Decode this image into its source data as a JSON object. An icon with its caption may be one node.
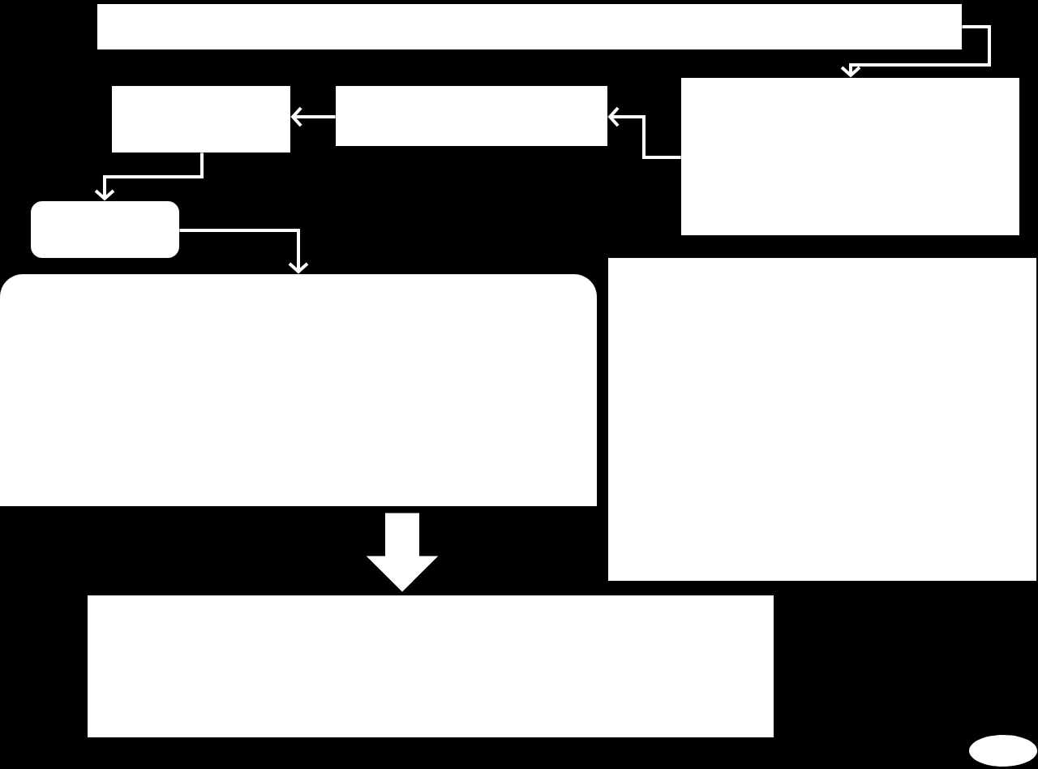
{
  "diagram": {
    "nodes": [
      {
        "text": [],
        "shape": "box"
      },
      {
        "text": [],
        "shape": "box"
      },
      {
        "text": [],
        "shape": "box"
      },
      {
        "text": [],
        "shape": "box"
      },
      {
        "text": [],
        "shape": "box"
      },
      {
        "text": [],
        "shape": "box"
      },
      {
        "text": [],
        "shape": "box"
      },
      {
        "text": [],
        "shape": "box"
      },
      {
        "text": [],
        "shape": "ellipse"
      }
    ],
    "edges": [
      {
        "from": 0,
        "to": 3,
        "arrow": "to"
      },
      {
        "from": 3,
        "to": 2,
        "arrow": "to"
      },
      {
        "from": 2,
        "to": 1,
        "arrow": "to"
      },
      {
        "from": 1,
        "to": 4,
        "arrow": "to"
      },
      {
        "from": 4,
        "to": 5,
        "arrow": "to"
      },
      {
        "from": 5,
        "to": 7,
        "arrow": "to",
        "style": "thick"
      }
    ]
  }
}
